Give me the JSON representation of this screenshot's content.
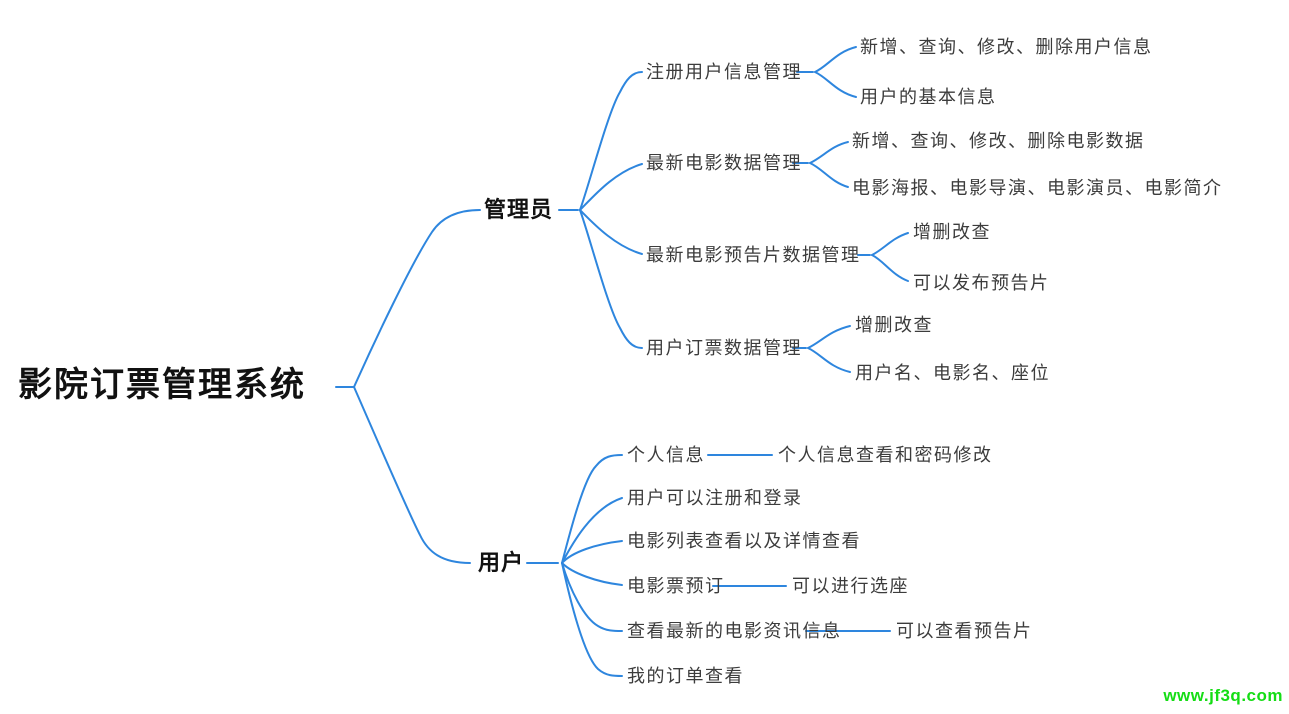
{
  "root": {
    "label": "影院订票管理系统"
  },
  "branches": [
    {
      "label": "管理员",
      "children": [
        {
          "label": "注册用户信息管理",
          "children": [
            {
              "label": "新增、查询、修改、删除用户信息"
            },
            {
              "label": "用户的基本信息"
            }
          ]
        },
        {
          "label": "最新电影数据管理",
          "children": [
            {
              "label": "新增、查询、修改、删除电影数据"
            },
            {
              "label": "电影海报、电影导演、电影演员、电影简介"
            }
          ]
        },
        {
          "label": "最新电影预告片数据管理",
          "children": [
            {
              "label": "增删改查"
            },
            {
              "label": "可以发布预告片"
            }
          ]
        },
        {
          "label": "用户订票数据管理",
          "children": [
            {
              "label": "增删改查"
            },
            {
              "label": "用户名、电影名、座位"
            }
          ]
        }
      ]
    },
    {
      "label": "用户",
      "children": [
        {
          "label": "个人信息",
          "children": [
            {
              "label": "个人信息查看和密码修改"
            }
          ]
        },
        {
          "label": "用户可以注册和登录",
          "children": []
        },
        {
          "label": "电影列表查看以及详情查看",
          "children": []
        },
        {
          "label": "电影票预订",
          "children": [
            {
              "label": "可以进行选座"
            }
          ]
        },
        {
          "label": "查看最新的电影资讯信息",
          "children": [
            {
              "label": "可以查看预告片"
            }
          ]
        },
        {
          "label": "我的订单查看",
          "children": []
        }
      ]
    }
  ],
  "watermark": {
    "text": "www.jf3q.com"
  },
  "colors": {
    "line": "#2e86de",
    "text": "#3c3c3c",
    "strong_text": "#111111",
    "watermark_green": "#15dd15",
    "background": "#ffffff"
  }
}
